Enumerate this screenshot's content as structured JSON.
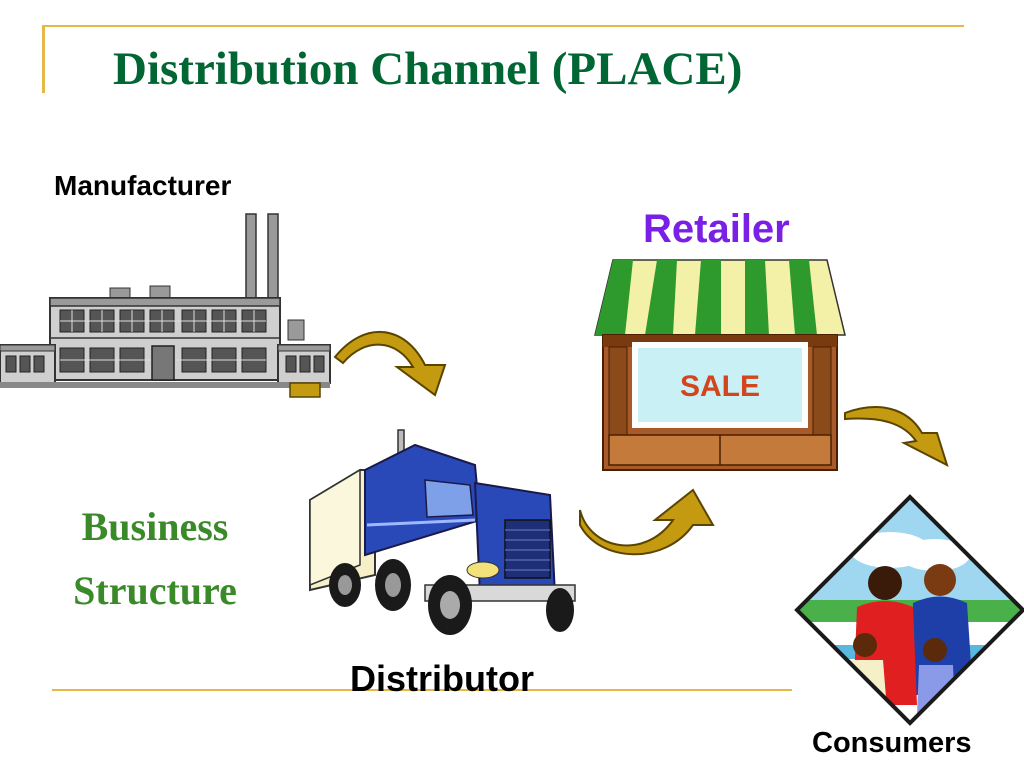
{
  "title": "Distribution Channel (PLACE)",
  "labels": {
    "manufacturer": "Manufacturer",
    "retailer": "Retailer",
    "distributor": "Distributor",
    "consumers": "Consumers"
  },
  "business_structure": {
    "line1": "Business",
    "line2": "Structure"
  },
  "store_sign": "SALE",
  "colors": {
    "title": "#006633",
    "retailer_label": "#7a1fe6",
    "business_structure": "#3a8a2a",
    "rule_lines": "#e6b84a",
    "arrows": "#c49a10"
  },
  "flow": [
    "Manufacturer",
    "Distributor",
    "Retailer",
    "Consumers"
  ]
}
